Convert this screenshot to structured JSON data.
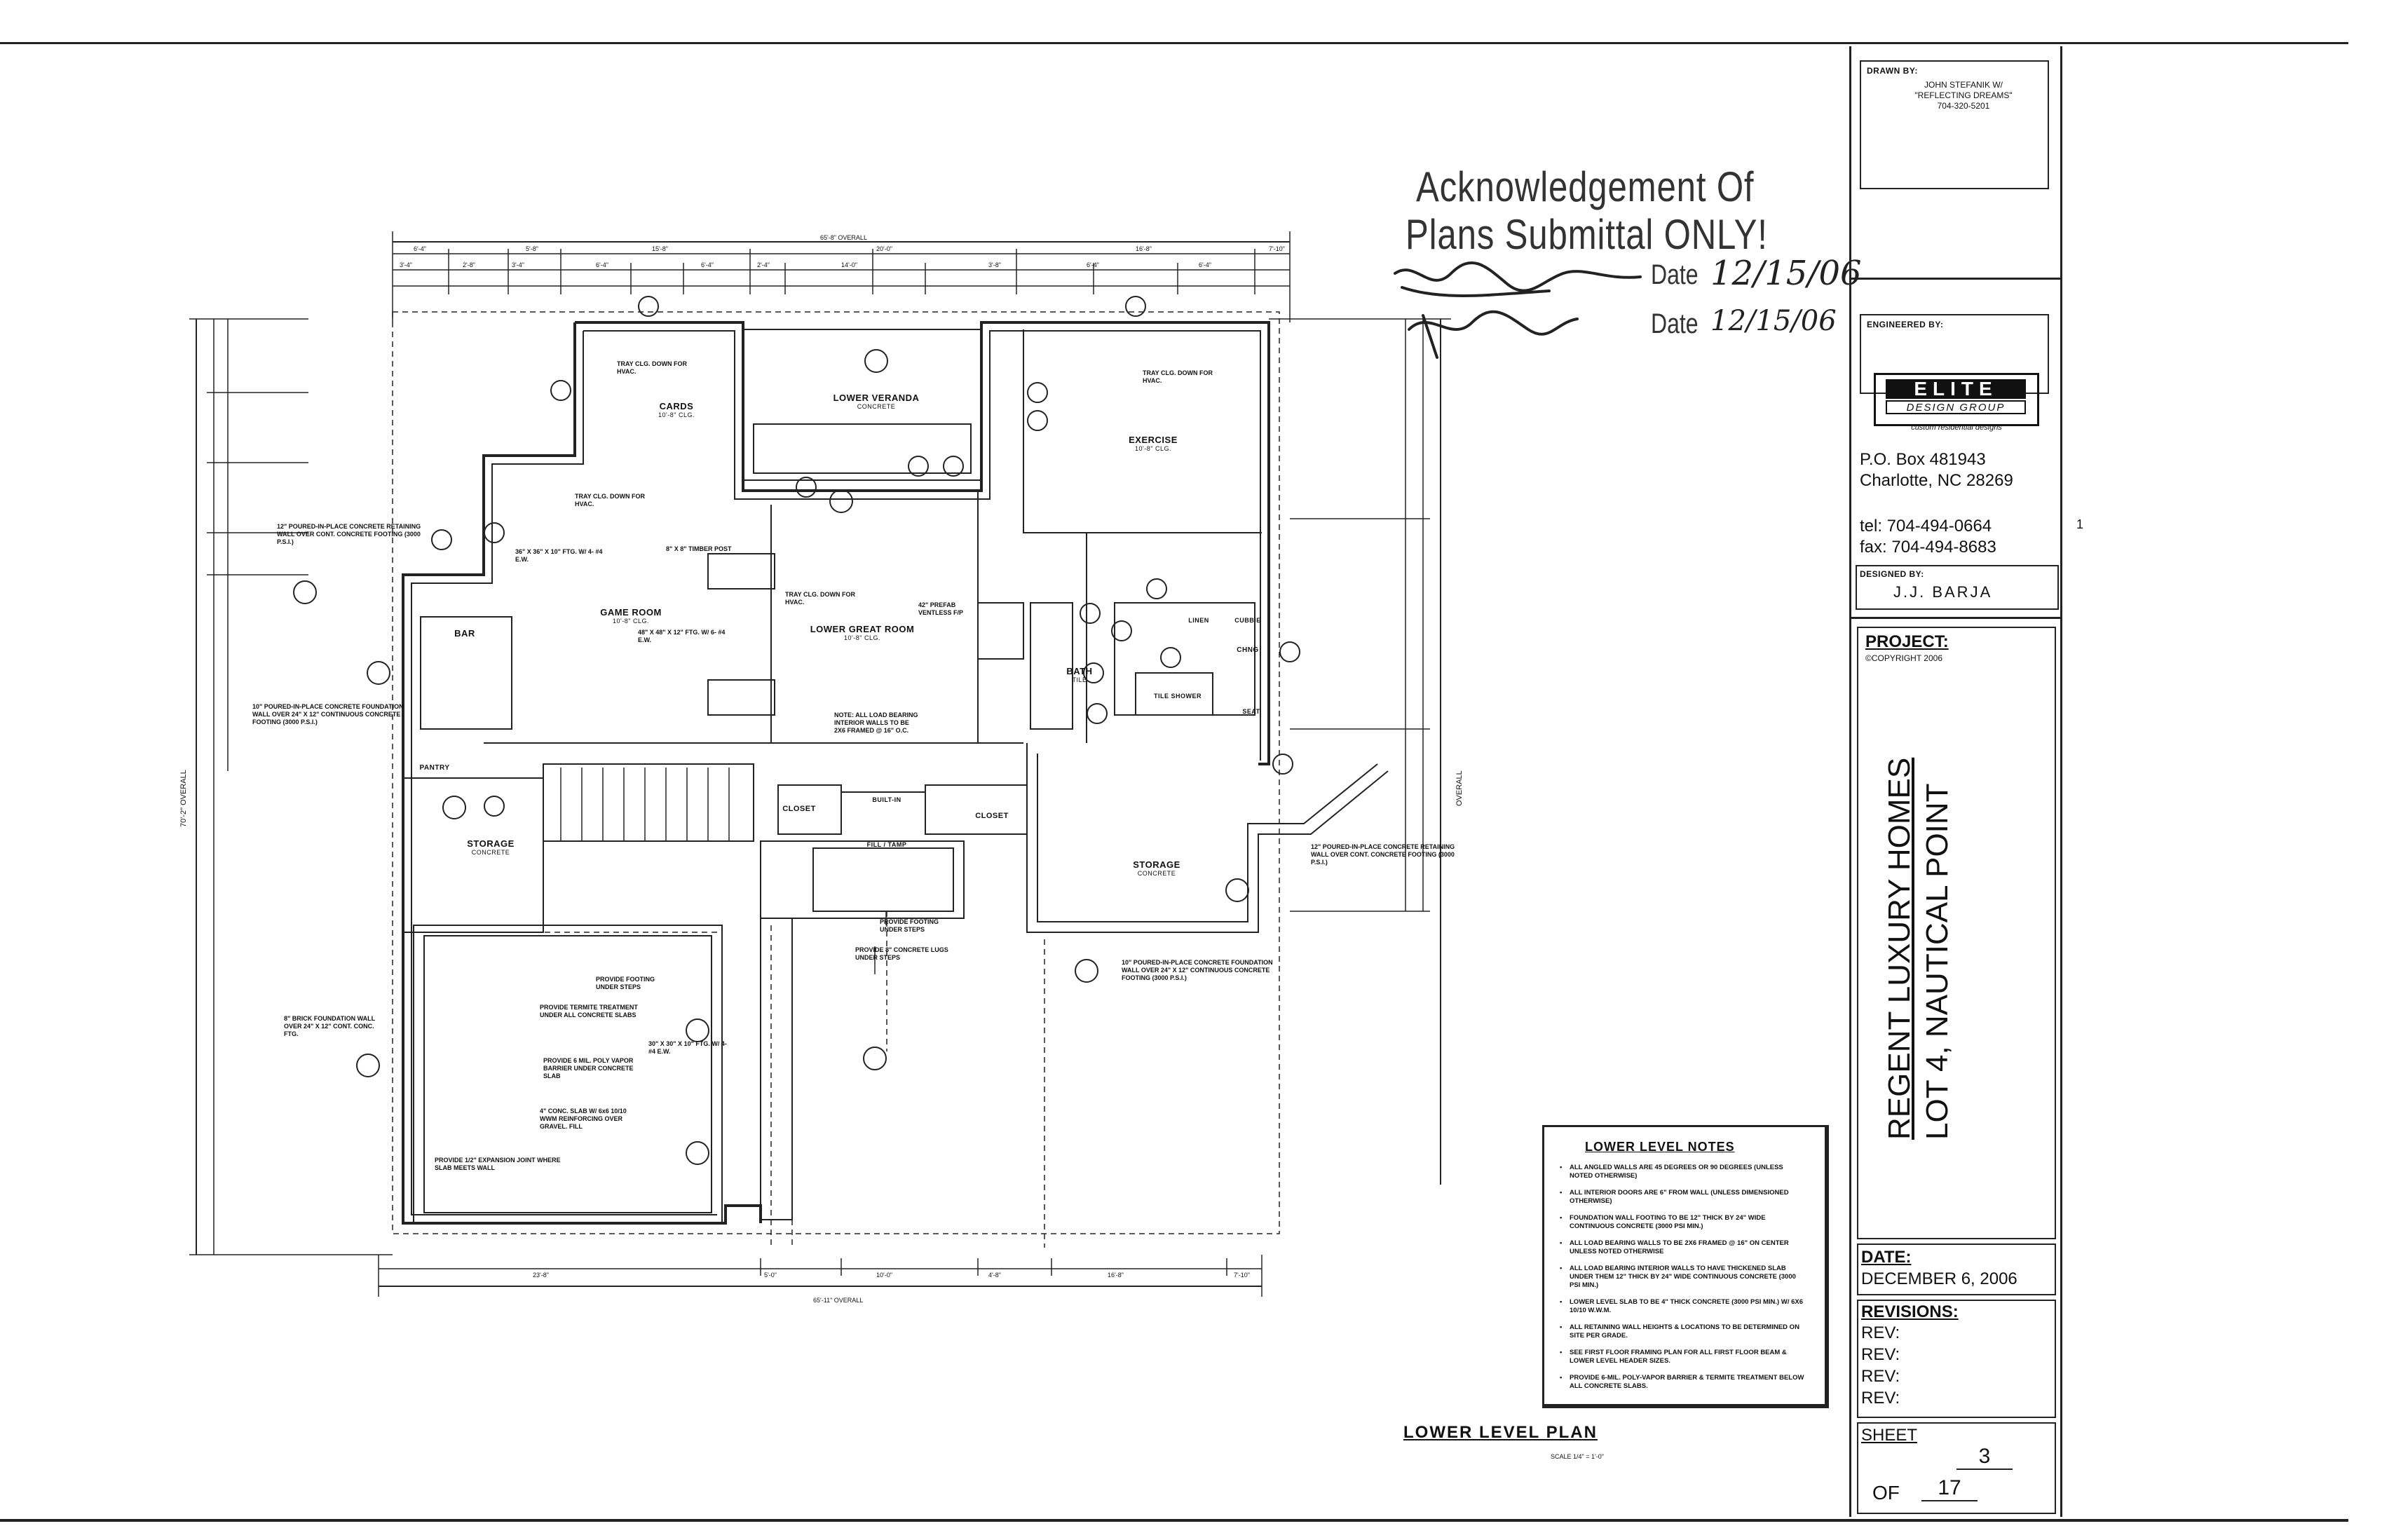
{
  "title_block": {
    "drawn_by_label": "DRAWN BY:",
    "drawn_by_lines": [
      "JOHN STEFANIK W/",
      "\"REFLECTING DREAMS\"",
      "704-320-5201"
    ],
    "engineered_by_label": "ENGINEERED BY:",
    "logo": {
      "name": "ELITE",
      "sub": "DESIGN GROUP",
      "tagline": "custom residential designs"
    },
    "address": [
      "P.O. Box 481943",
      "Charlotte, NC 28269"
    ],
    "phone": "tel: 704-494-0664",
    "fax": "fax: 704-494-8683",
    "designed_by_label": "DESIGNED BY:",
    "designed_by": "J.J. BARJA",
    "project_label": "PROJECT:",
    "copyright": "©COPYRIGHT 2006",
    "project_lines": [
      "REGENT LUXURY HOMES",
      "LOT 4, NAUTICAL POINT"
    ],
    "date_label": "DATE:",
    "date": "DECEMBER 6, 2006",
    "revisions_label": "REVISIONS:",
    "revisions": [
      "REV:",
      "REV:",
      "REV:",
      "REV:"
    ],
    "sheet_label": "SHEET",
    "sheet_number": "3",
    "of_label": "OF",
    "sheet_total": "17"
  },
  "stamp": {
    "line1": "Acknowledgement Of",
    "line2": "Plans Submittal ONLY!",
    "date_label_1": "Date",
    "date_value_1": "12/15/06",
    "date_label_2": "Date",
    "date_value_2": "12/15/06"
  },
  "plan": {
    "title": "LOWER LEVEL PLAN",
    "scale": "SCALE 1/4\" = 1'-0\"",
    "rooms": {
      "cards": "CARDS",
      "cards_ceiling": "10'-8\" CLG.",
      "veranda": "LOWER VERANDA",
      "veranda_sub": "CONCRETE",
      "exercise": "EXERCISE",
      "exercise_ceiling": "10'-8\" CLG.",
      "game_room": "GAME ROOM",
      "game_room_ceiling": "10'-8\" CLG.",
      "great_room": "LOWER GREAT ROOM",
      "great_room_ceiling": "10'-8\" CLG.",
      "bar": "BAR",
      "bath": "BATH",
      "bath_sub": "TILE",
      "linen": "LINEN",
      "cubbie": "CUBBIE",
      "chng": "CHNG",
      "shower": "TILE SHOWER",
      "seat": "SEAT",
      "storage_left": "STORAGE",
      "storage_left_sub": "CONCRETE",
      "storage_right": "STORAGE",
      "storage_right_sub": "CONCRETE",
      "closet1": "CLOSET",
      "closet2": "CLOSET",
      "pantry": "PANTRY",
      "built_in": "BUILT-IN",
      "fill": "FILL / TAMP"
    },
    "notes": {
      "tray1": "TRAY CLG. DOWN FOR HVAC.",
      "tray2": "TRAY CLG. DOWN FOR HVAC.",
      "tray3": "TRAY CLG. DOWN FOR HVAC.",
      "tray4": "TRAY CLG. DOWN FOR HVAC.",
      "retaining1": "12\" POURED-IN-PLACE CONCRETE RETAINING WALL OVER CONT. CONCRETE FOOTING (3000 P.S.I.)",
      "foundation1": "10\" POURED-IN-PLACE CONCRETE FOUNDATION WALL OVER 24\" X 12\" CONTINUOUS CONCRETE FOOTING (3000 P.S.I.)",
      "retaining2": "12\" POURED-IN-PLACE CONCRETE RETAINING WALL OVER CONT. CONCRETE FOOTING (3000 P.S.I.)",
      "foundation2": "10\" POURED-IN-PLACE CONCRETE FOUNDATION WALL OVER 24\" X 12\" CONTINUOUS CONCRETE FOOTING (3000 P.S.I.)",
      "brick": "8\" BRICK FOUNDATION WALL OVER 24\" X 12\" CONT. CONC. FTG.",
      "termite": "PROVIDE TERMITE TREATMENT UNDER ALL CONCRETE SLABS",
      "vapor": "PROVIDE 6 MIL. POLY VAPOR BARRIER UNDER CONCRETE SLAB",
      "slab": "4\" CONC. SLAB W/ 6x6 10/10 WWM REINFORCING OVER GRAVEL. FILL",
      "expansion": "PROVIDE 1/2\" EXPANSION JOINT WHERE SLAB MEETS WALL",
      "footing_steps": "PROVIDE FOOTING UNDER STEPS",
      "footing_steps2": "PROVIDE FOOTING UNDER STEPS",
      "lugs": "PROVIDE 8\" CONCRETE LUGS UNDER STEPS",
      "bearing": "NOTE: ALL LOAD BEARING INTERIOR WALLS TO BE 2X6 FRAMED @ 16\" O.C.",
      "prefab": "42\" PREFAB VENTLESS F/P",
      "timber": "8\" X 8\" TIMBER POST",
      "ftg1": "36\" X 36\" X 10\" FTG. W/ 4- #4 E.W.",
      "ftg2": "48\" X 48\" X 12\" FTG. W/ 6- #4 E.W.",
      "ftg3": "30\" X 30\" X 10\" FTG. W/ 4- #4 E.W.",
      "overall_top": "65'-8\" OVERALL",
      "overall_bottom": "65'-11\" OVERALL",
      "overall_left": "70'-2\" OVERALL",
      "overall_right": "OVERALL"
    },
    "lower_level_notes_title": "LOWER LEVEL NOTES",
    "lower_level_notes": [
      "ALL ANGLED WALLS ARE 45 DEGREES OR 90 DEGREES (UNLESS NOTED OTHERWISE)",
      "ALL INTERIOR DOORS ARE 6\" FROM WALL (UNLESS DIMENSIONED OTHERWISE)",
      "FOUNDATION WALL FOOTING TO BE 12\" THICK BY 24\" WIDE CONTINUOUS CONCRETE (3000 PSI MIN.)",
      "ALL LOAD BEARING WALLS TO BE 2X6 FRAMED @ 16\" ON CENTER UNLESS NOTED OTHERWISE",
      "ALL LOAD BEARING INTERIOR WALLS TO HAVE THICKENED SLAB UNDER THEM 12\" THICK BY 24\" WIDE CONTINUOUS CONCRETE (3000 PSI MIN.)",
      "LOWER LEVEL SLAB TO BE 4\" THICK CONCRETE (3000 PSI MIN.) W/ 6X6 10/10 W.W.M.",
      "ALL RETAINING WALL HEIGHTS & LOCATIONS TO BE DETERMINED ON SITE PER GRADE.",
      "SEE FIRST FLOOR FRAMING PLAN FOR ALL FIRST FLOOR BEAM & LOWER LEVEL HEADER SIZES.",
      "PROVIDE 6-MIL. POLY-VAPOR BARRIER & TERMITE TREATMENT BELOW ALL CONCRETE SLABS."
    ],
    "top_dims": [
      "6'-4\"",
      "5'-8\"",
      "15'-8\"",
      "20'-0\"",
      "16'-8\"",
      "7'-10\"",
      "3'-4\"",
      "2'-8\"",
      "3'-4\"",
      "6'-4\"",
      "6'-4\"",
      "2'-4\"",
      "14'-0\"",
      "3'-8\"",
      "6'-4\"",
      "6'-4\""
    ],
    "bottom_dims": [
      "23'-8\"",
      "5'-0\"",
      "10'-0\"",
      "4'-8\"",
      "16'-8\"",
      "7'-10\""
    ]
  },
  "margin_mark": "1"
}
